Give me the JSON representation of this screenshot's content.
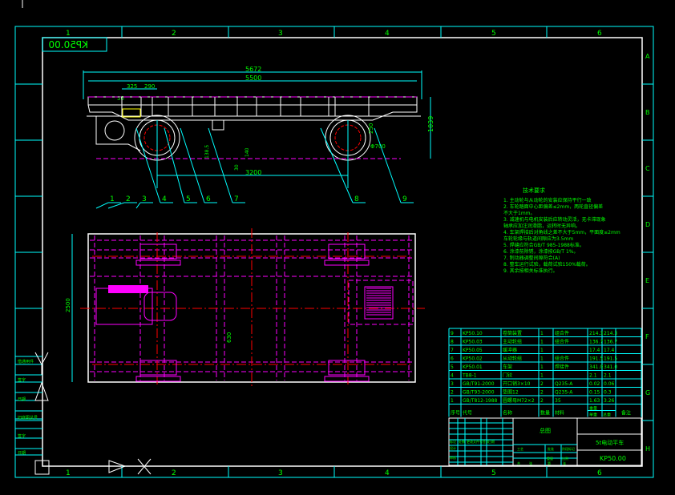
{
  "drawing": {
    "code_mirrored": "KP50.00",
    "grid_columns": [
      "1",
      "2",
      "3",
      "4",
      "5",
      "6"
    ],
    "grid_rows": [
      "A",
      "B",
      "C",
      "D",
      "E",
      "F",
      "G",
      "H"
    ],
    "colors": {
      "background": "#000000",
      "frame": "#ffffff",
      "dimension": "#00ffff",
      "text": "#00ff00",
      "hidden": "#ff00ff",
      "centerline": "#ff0000"
    }
  },
  "dimensions": {
    "overall_length": "5672",
    "frame_length": "5500",
    "d325": "325",
    "d290": "290",
    "d50": "50",
    "height": "1039",
    "d250": "250",
    "wheel_dia": "Φ700",
    "d138": "138.5",
    "d140": "140",
    "d30": "30",
    "wheelbase": "3200",
    "width": "2500",
    "d630": "630"
  },
  "balloons": [
    "1",
    "2",
    "3",
    "4",
    "5",
    "6",
    "7",
    "8",
    "9"
  ],
  "notes": {
    "title": "技术要求",
    "items": [
      "1. 主动轮与从动轮的安装应保持平行一致",
      "2. 车轮踏面中心距偏差≤2mm，两轮直径偏差",
      "   不大于1mm。",
      "3. 减速机与电机安装后应转动灵活，无卡滞现象",
      "   轴承应加注润滑脂，运转时无异响。",
      "4. 车架焊接后对角线之差不大于5mm，平面度≤2mm",
      "   车轮轮缘与轨道间隙应为3.5mm",
      "5. 焊缝应符合GB/T 985-1988标准。",
      "6. 涂漆前除锈，涂漆按GB/T 1%。",
      "7. 制动器调整间隙符合(A)",
      "8. 整车运行试验，载荷试验150%载荷。",
      "9. 其余按相关标准执行。"
    ]
  },
  "parts_table": {
    "headers": [
      "序号",
      "代号",
      "名称",
      "数量",
      "材料",
      "单重",
      "总重",
      "备注"
    ],
    "weight_header": "重量",
    "rows": [
      {
        "no": "9",
        "code": "KP50.10",
        "name": "卷筒装置",
        "qty": "1",
        "mat": "组合件",
        "unit": "214.3",
        "total": "214.3"
      },
      {
        "no": "8",
        "code": "KP50.03",
        "name": "主动轮组",
        "qty": "1",
        "mat": "组合件",
        "unit": "136.7",
        "total": "136.7"
      },
      {
        "no": "7",
        "code": "KP50.05",
        "name": "缓冲器",
        "qty": "1",
        "mat": "",
        "unit": "17.4",
        "total": "17.4"
      },
      {
        "no": "6",
        "code": "KP50.02",
        "name": "从动轮组",
        "qty": "1",
        "mat": "组合件",
        "unit": "191.5",
        "total": "191.5"
      },
      {
        "no": "5",
        "code": "KP50.01",
        "name": "车架",
        "qty": "1",
        "mat": "焊接件",
        "unit": "341.0",
        "total": "341.0"
      },
      {
        "no": "4",
        "code": "TB8-1",
        "name": "门铰",
        "qty": "1",
        "mat": "",
        "unit": "2.1",
        "total": "2.1"
      },
      {
        "no": "3",
        "code": "GB/T91-2000",
        "name": "开口销3×10",
        "qty": "2",
        "mat": "Q235-A",
        "unit": "0.02",
        "total": "0.06"
      },
      {
        "no": "2",
        "code": "GB/T93-2000",
        "name": "垫圈12",
        "qty": "2",
        "mat": "Q235-A",
        "unit": "0.15",
        "total": "0.3"
      },
      {
        "no": "1",
        "code": "GB/T812-1988",
        "name": "圆螺母M72×2",
        "qty": "2",
        "mat": "35",
        "unit": "1.63",
        "total": "3.26"
      }
    ]
  },
  "title_block": {
    "drawing_type": "总图",
    "product_name": "5t电动平车",
    "drawing_no": "KP50.00",
    "labels": [
      "标记",
      "处数",
      "更改文件号",
      "签字",
      "日期",
      "设计",
      "审核",
      "工艺",
      "批准",
      "阶段标记",
      "重量",
      "比例",
      "共",
      "张",
      "第",
      "张"
    ]
  },
  "side_block": [
    "借通用件",
    "签字",
    "日期",
    "旧底图总号",
    "签字",
    "日期"
  ]
}
